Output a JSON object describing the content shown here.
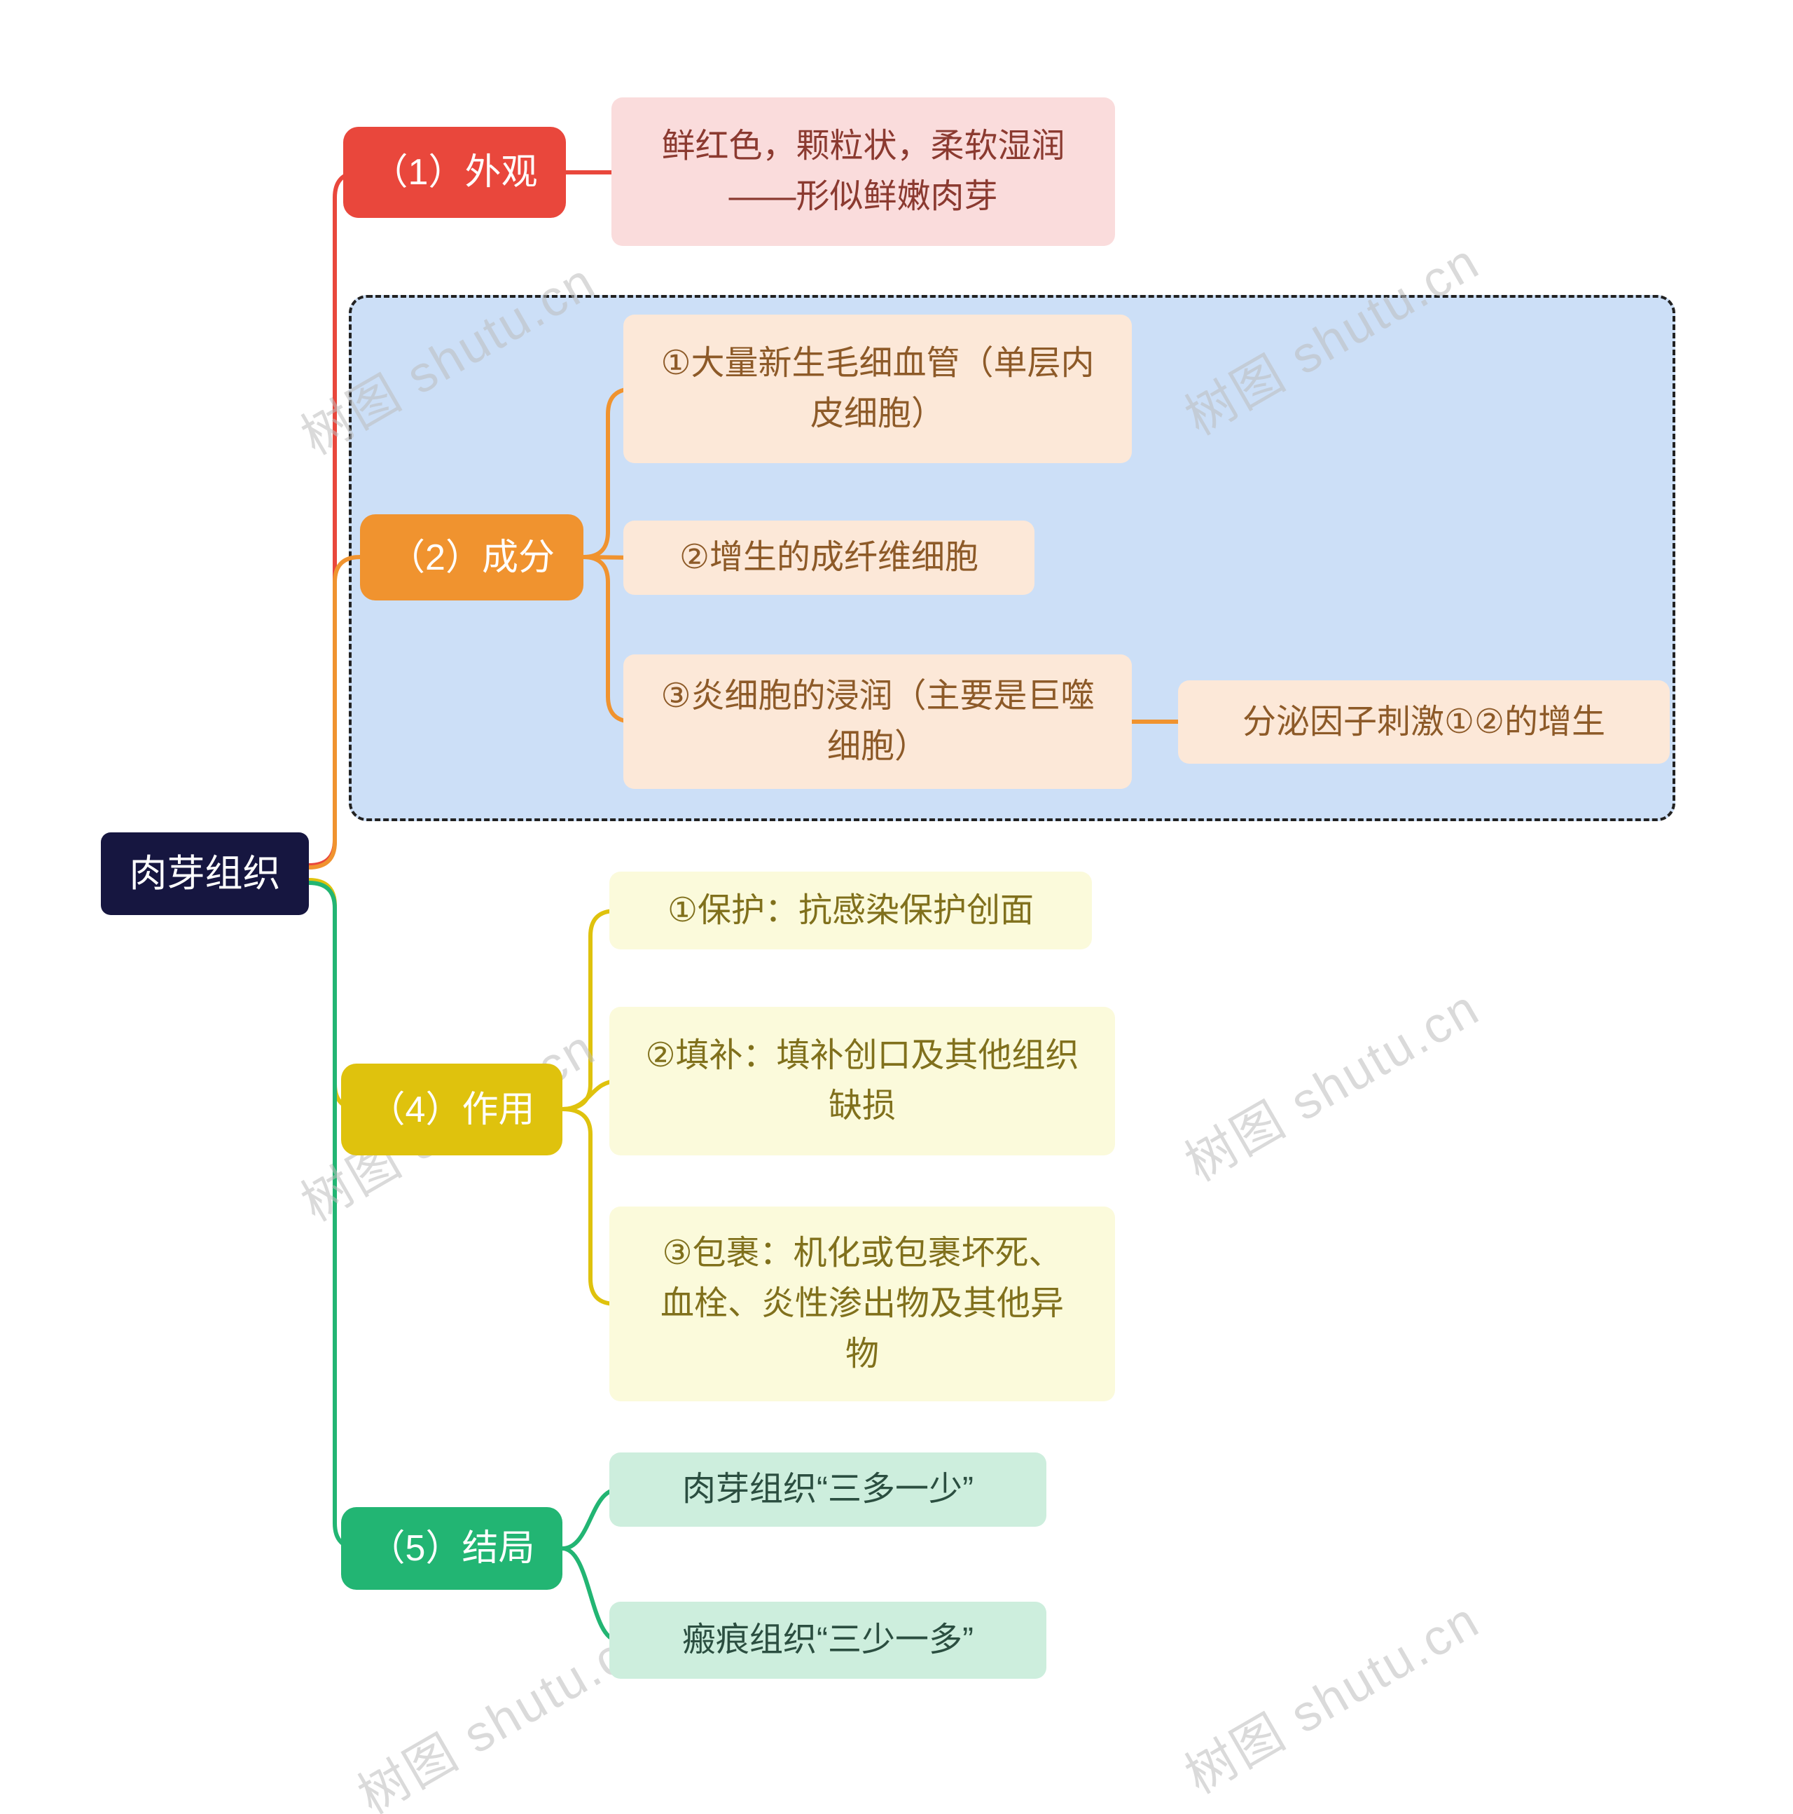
{
  "watermark": {
    "text": "树图 shutu.cn"
  },
  "root": {
    "label": "肉芽组织",
    "bg": "#161640",
    "text_color": "#ffffff"
  },
  "branches": [
    {
      "label": "（1）外观",
      "color": "#e9473c",
      "children": [
        {
          "text": "鲜红色，颗粒状，柔软湿润——形似鲜嫩肉芽",
          "bg": "#fadcdc",
          "text_color": "#8b3a30"
        }
      ]
    },
    {
      "label": "（2）成分",
      "color": "#f0932f",
      "group_bg": "#ccdff7",
      "children": [
        {
          "text": "①大量新生毛细血管（单层内皮细胞）",
          "bg": "#fce8d8",
          "text_color": "#8d5a28"
        },
        {
          "text": "②增生的成纤维细胞",
          "bg": "#fce8d8",
          "text_color": "#8d5a28"
        },
        {
          "text": "③炎细胞的浸润（主要是巨噬细胞）",
          "bg": "#fce8d8",
          "text_color": "#8d5a28",
          "children": [
            {
              "text": "分泌因子刺激①②的增生",
              "bg": "#fce8d8",
              "text_color": "#8d5a28"
            }
          ]
        }
      ]
    },
    {
      "label": "（4）作用",
      "color": "#dfc20d",
      "children": [
        {
          "text": "①保护：抗感染保护创面",
          "bg": "#fbfadb",
          "text_color": "#80701c"
        },
        {
          "text": "②填补：填补创口及其他组织缺损",
          "bg": "#fbfadb",
          "text_color": "#80701c"
        },
        {
          "text": "③包裹：机化或包裹坏死、血栓、炎性渗出物及其他异物",
          "bg": "#fbfadb",
          "text_color": "#80701c"
        }
      ]
    },
    {
      "label": "（5）结局",
      "color": "#22b573",
      "children": [
        {
          "text": "肉芽组织“三多一少”",
          "bg": "#cdeedd",
          "text_color": "#2b4e40"
        },
        {
          "text": "瘢痕组织“三少一多”",
          "bg": "#cdeedd",
          "text_color": "#2b4e40"
        }
      ]
    }
  ]
}
